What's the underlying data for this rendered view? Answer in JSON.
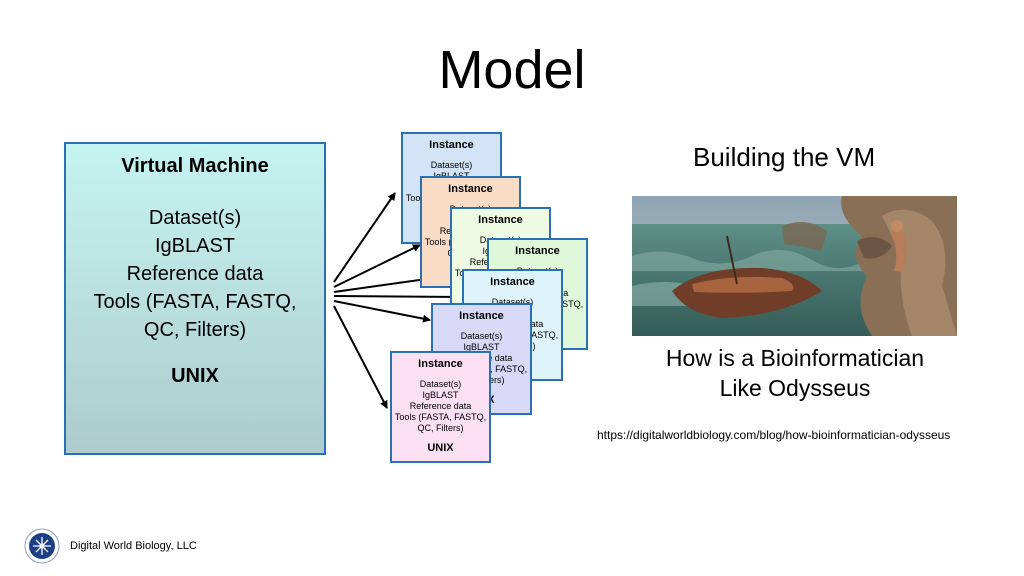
{
  "slide": {
    "title": "Model"
  },
  "vm": {
    "title": "Virtual Machine",
    "items": [
      "Dataset(s)",
      "IgBLAST",
      "Reference data",
      "Tools (FASTA, FASTQ,",
      "QC, Filters)"
    ],
    "os": "UNIX"
  },
  "instance": {
    "title": "Instance",
    "items": [
      "Dataset(s)",
      "IgBLAST",
      "Reference data",
      "Tools (FASTA, FASTQ,",
      "QC, Filters)"
    ],
    "os": "UNIX"
  },
  "instance_colors": [
    "#d3e4f6",
    "#f8dcc5",
    "#eefbe2",
    "#dff8da",
    "#dff4fa",
    "#d7d9f7",
    "#fbe0f3"
  ],
  "right": {
    "heading": "Building the VM",
    "question_line1": "How is a Bioinformatician",
    "question_line2": "Like Odysseus",
    "url": "https://digitalworldbiology.com/blog/how-bioinformatician-odysseus"
  },
  "footer": {
    "company": "Digital World Biology, LLC"
  }
}
